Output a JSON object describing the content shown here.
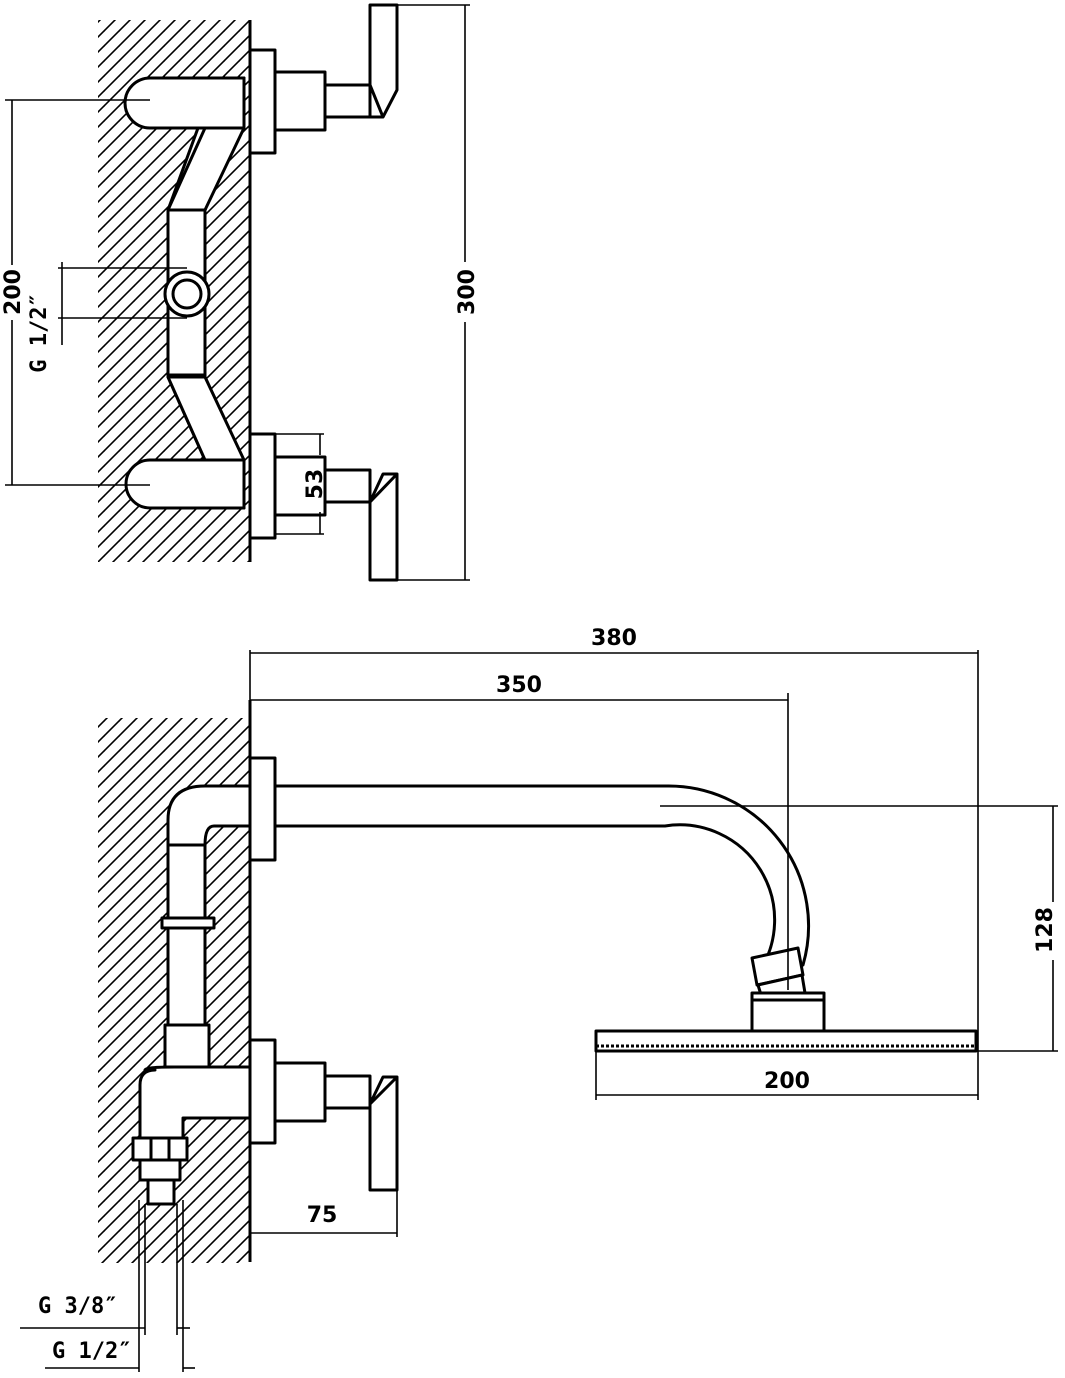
{
  "colors": {
    "line": "#000000",
    "background": "#ffffff"
  },
  "front_view": {
    "dim_height_total": "300",
    "dim_inlet_spacing": "200",
    "dim_nut": "53",
    "thread_outlet": "G 1/2″"
  },
  "side_view": {
    "dim_overall_projection": "380",
    "dim_arm_projection": "350",
    "dim_drop": "128",
    "dim_head_width": "200",
    "dim_handle_projection": "75",
    "thread_small": "G 3/8″",
    "thread_large": "G 1/2″"
  }
}
